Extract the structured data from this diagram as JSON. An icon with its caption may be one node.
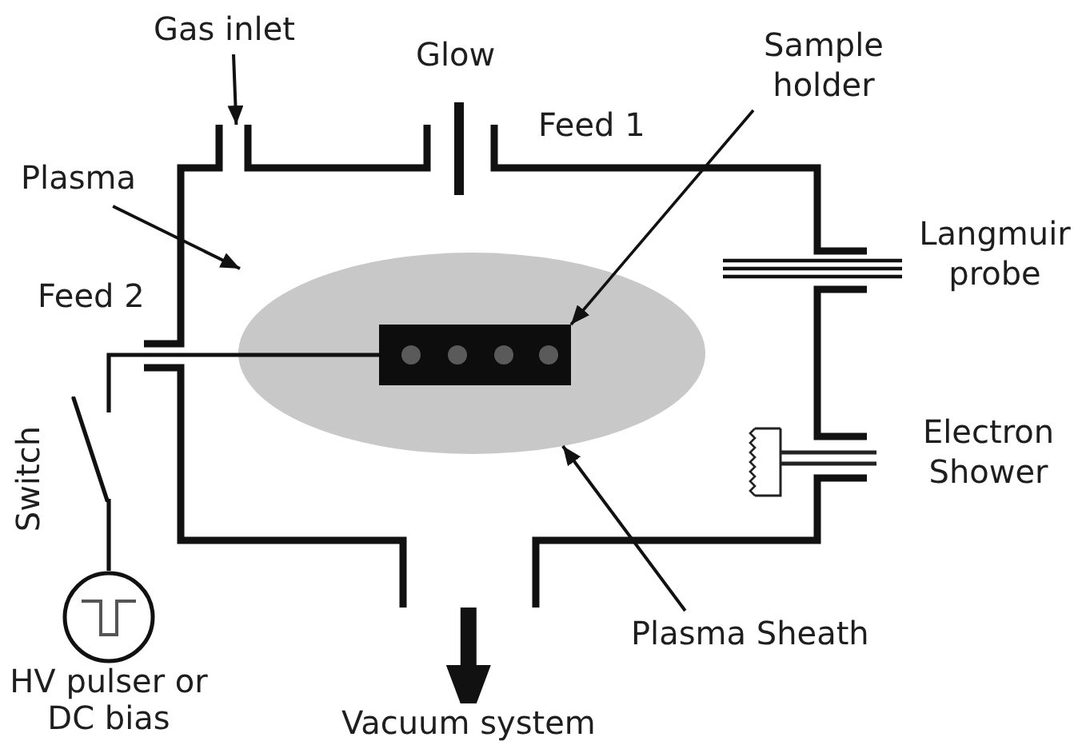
{
  "diagram": {
    "nodes": [
      {
        "text": [],
        "shape": "box"
      },
      {
        "text": [
          "Gas inlet"
        ]
      },
      {
        "text": [
          "Sample holder"
        ]
      },
      {
        "text": [
          "Plasma"
        ]
      },
      {
        "text": [],
        "shape": "ellipse",
        "in": 0
      },
      {
        "text": [],
        "shape": "box",
        "in": 4
      },
      {
        "text": [
          "Switch"
        ]
      },
      {
        "text": [
          "Plasma Sheath"
        ]
      },
      {
        "text": [],
        "shape": "circle",
        "beside": [
          "HV pulser or DC bias"
        ]
      },
      {
        "text": [
          "Vacuum system"
        ]
      }
    ],
    "edges": [
      {
        "from": 1,
        "to": 0,
        "arrow": "to"
      },
      {
        "from": 2,
        "to": 5,
        "arrow": "to"
      },
      {
        "from": 3,
        "to": null,
        "arrow": "to"
      },
      {
        "from": 5,
        "to": 6,
        "arrow": "none"
      },
      {
        "from": 6,
        "to": 8,
        "arrow": "none"
      },
      {
        "from": 7,
        "to": 4,
        "arrow": "to"
      },
      {
        "from": 0,
        "to": 9,
        "arrow": "to",
        "style": "thick"
      }
    ],
    "labels": [
      "Glow",
      "Feed 1",
      "Langmuir probe",
      "Feed 2",
      "Electron Shower"
    ]
  }
}
